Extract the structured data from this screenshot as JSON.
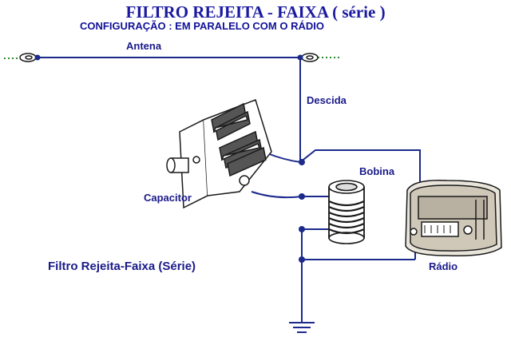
{
  "title": "FILTRO REJEITA - FAIXA  ( série )",
  "subtitle": "CONFIGURAÇÃO : EM PARALELO COM O RÁDIO",
  "labels": {
    "antena": "Antena",
    "descida": "Descida",
    "bobina": "Bobina",
    "capacitor": "Capacitor",
    "radio": "Rádio",
    "caption": "Filtro Rejeita-Faixa (Série)"
  },
  "colors": {
    "wire": "#1c2a8c",
    "ink": "#1a1a8a",
    "green": "#2e8b2e"
  }
}
